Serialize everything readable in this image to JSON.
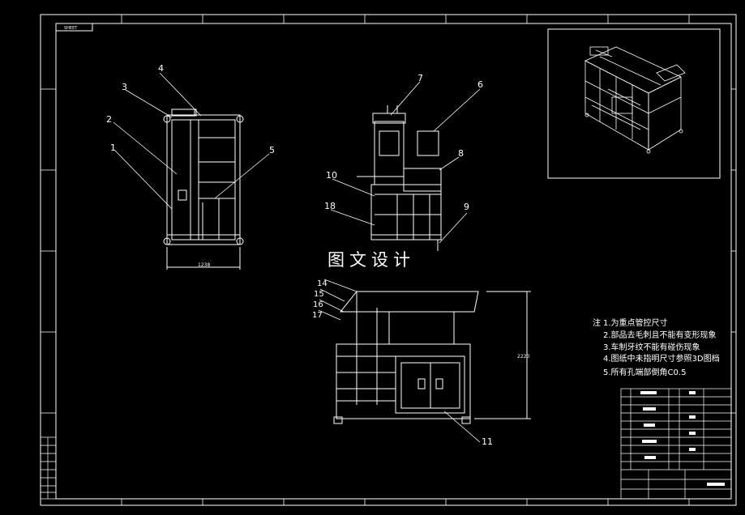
{
  "drawing": {
    "title_tab": "SHEET",
    "watermark": "图文设计",
    "dimensions": {
      "front_width": "1238",
      "side_height": "2220"
    },
    "part_labels": [
      "1",
      "2",
      "3",
      "4",
      "5",
      "6",
      "7",
      "8",
      "9",
      "10",
      "11",
      "14",
      "15",
      "16",
      "17",
      "18"
    ],
    "notes": {
      "prefix": "注",
      "items": [
        "1.为重点管控尺寸",
        "2.部品去毛刺且不能有变形现象",
        "3.车制牙纹不能有碰伤现象",
        "4.图纸中未指明尺寸参照3D图档",
        "5.所有孔端部倒角C0.5"
      ]
    },
    "colors": {
      "background": "#000000",
      "lines": "#ffffff"
    }
  }
}
